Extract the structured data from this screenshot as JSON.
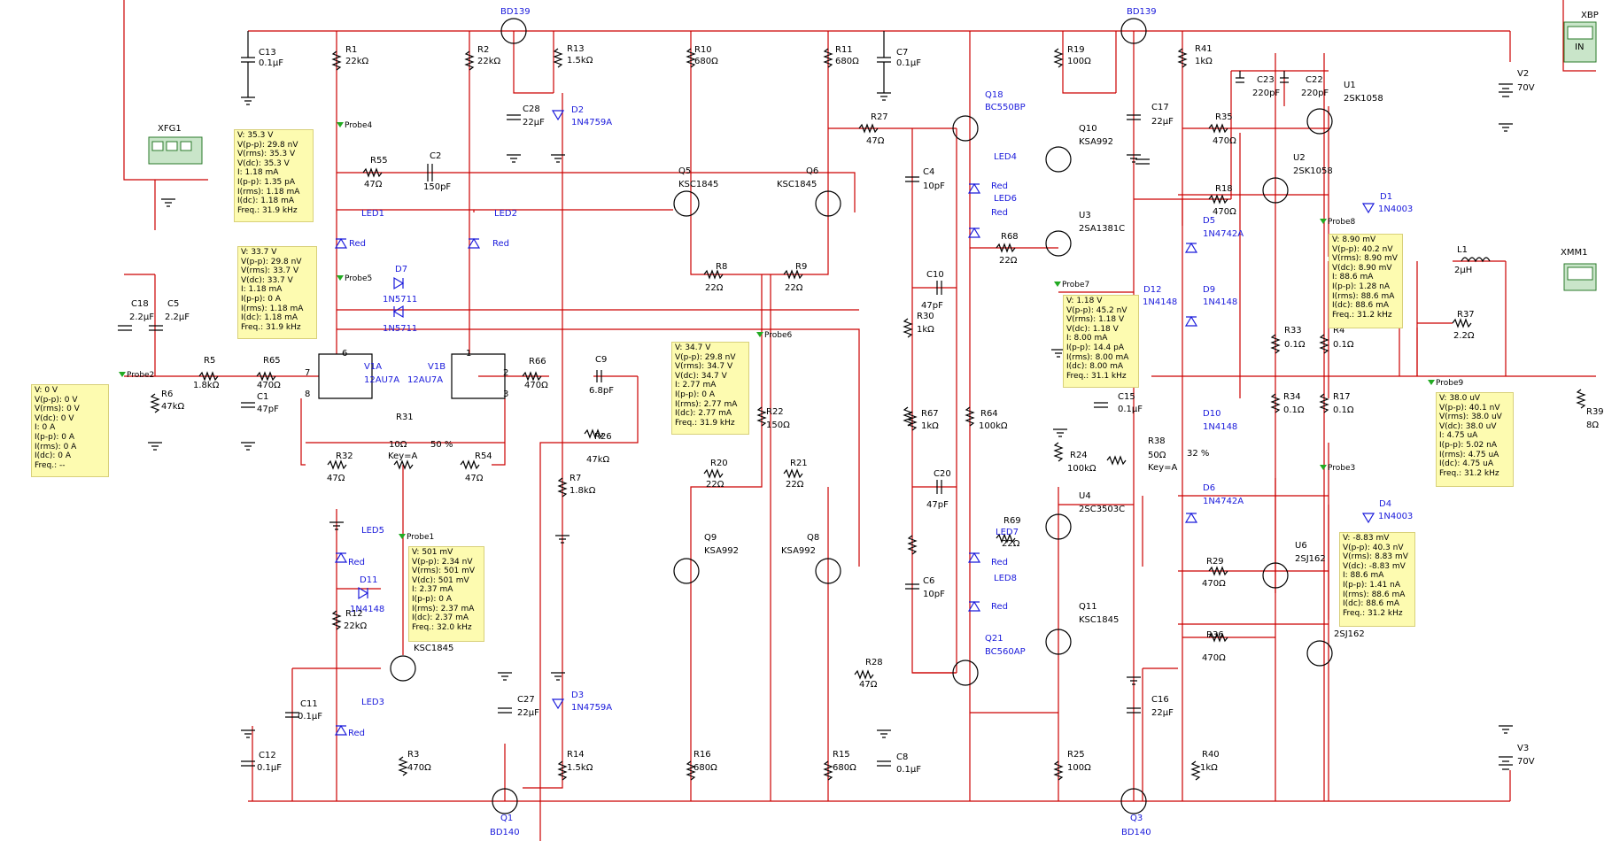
{
  "colors": {
    "wire": "#cc0000",
    "component": "#000000",
    "led": "#1a1adb",
    "probe_bg": "#fdfbb0",
    "probe_arrow": "#22aa22"
  },
  "components": {
    "C13": "C13",
    "C13v": "0.1µF",
    "R1": "R1",
    "R1v": "22kΩ",
    "R2": "R2",
    "R2v": "22kΩ",
    "Q4": "BD139",
    "R13": "R13",
    "R13v": "1.5kΩ",
    "C28": "C28",
    "C28v": "22µF",
    "D2": "D2",
    "D2v": "1N4759A",
    "R10": "R10",
    "R10v": "680Ω",
    "R11": "R11",
    "R11v": "680Ω",
    "C7": "C7",
    "C7v": "0.1µF",
    "R19": "R19",
    "R19v": "100Ω",
    "Q2top": "BD139",
    "R41": "R41",
    "R41v": "1kΩ",
    "C23": "C23",
    "C23v": "220pF",
    "C22": "C22",
    "C22v": "220pF",
    "U1": "U1",
    "U1v": "2SK1058",
    "V2": "V2",
    "V2v": "70V",
    "XFG1": "XFG1",
    "Q18": "Q18",
    "Q18v": "BC550BP",
    "Q10": "Q10",
    "Q10v": "KSA992",
    "R27": "R27",
    "R27v": "47Ω",
    "C17": "C17",
    "C17v": "22µF",
    "R35": "R35",
    "R35v": "470Ω",
    "R55": "R55",
    "R55v": "47Ω",
    "C2": "C2",
    "C2v": "150pF",
    "Q5": "Q5",
    "Q5v": "KSC1845",
    "Q6": "Q6",
    "Q6v": "KSC1845",
    "C4": "C4",
    "C4v": "10pF",
    "LED4": "LED4",
    "LED6": "LED6",
    "Red": "Red",
    "U2": "U2",
    "U2v": "2SK1058",
    "R18": "R18",
    "R18v": "470Ω",
    "LED1": "LED1",
    "LED2": "LED2",
    "U3": "U3",
    "U3v": "2SA1381C",
    "D1": "D1",
    "D1v": "1N4003",
    "D5": "D5",
    "D5v": "1N4742A",
    "R68": "R68",
    "R68v": "22Ω",
    "R8": "R8",
    "R8v": "22Ω",
    "R9": "R9",
    "R9v": "22Ω",
    "D7": "D7",
    "D7v": "1N5711",
    "D8v": "1N5711",
    "C18": "C18",
    "C18v": "2.2µF",
    "C5": "C5",
    "C5v": "2.2µF",
    "C10": "C10",
    "C10v": "47pF",
    "D12": "D12",
    "D12v": "1N4148",
    "D9": "D9",
    "D9v": "1N4148",
    "L1": "L1",
    "L1v": "2µH",
    "XMM1": "XMM1",
    "R37": "R37",
    "R37v": "2.2Ω",
    "R30": "R30",
    "R30v": "1kΩ",
    "R33": "R33",
    "R33v": "0.1Ω",
    "R4": "R4",
    "R4v": "0.1Ω",
    "R5": "R5",
    "R5v": "1.8kΩ",
    "R65": "R65",
    "R65v": "470Ω",
    "V1A": "V1A",
    "V1Av": "12AU7A",
    "V1B": "V1B",
    "V1Bv": "12AU7A",
    "R66": "R66",
    "R66v": "470Ω",
    "C9": "C9",
    "C9v": "6.8pF",
    "R6": "R6",
    "R6v": "47kΩ",
    "C1": "C1",
    "C1v": "47pF",
    "R22": "R22",
    "R22v": "150Ω",
    "C15": "C15",
    "C15v": "0.1µF",
    "R34": "R34",
    "R34v": "0.1Ω",
    "R17": "R17",
    "R17v": "0.1Ω",
    "R39": "R39",
    "R39v": "8Ω",
    "R31": "R31",
    "R31v": "10Ω",
    "R31key": "Key=A",
    "R31pct": "50 %",
    "R67": "R67",
    "R67v": "1kΩ",
    "R64": "R64",
    "R64v": "100kΩ",
    "D10": "D10",
    "D10v": "1N4148",
    "R26": "R26",
    "R26v": "47kΩ",
    "R32": "R32",
    "R32v": "47Ω",
    "R54": "R54",
    "R54v": "47Ω",
    "R38": "R38",
    "R38v": "50Ω",
    "R38key": "Key=A",
    "R38pct": "32 %",
    "R20": "R20",
    "R20v": "22Ω",
    "R21": "R21",
    "R21v": "22Ω",
    "R24": "R24",
    "R24v": "100kΩ",
    "R7": "R7",
    "R7v": "1.8kΩ",
    "C20": "C20",
    "C20v": "47pF",
    "U4": "U4",
    "U4v": "2SC3503C",
    "D6": "D6",
    "D6v": "1N4742A",
    "LED5": "LED5",
    "Q9": "Q9",
    "Q9v": "KSA992",
    "Q8": "Q8",
    "Q8v": "KSA992",
    "R69": "R69",
    "R69v": "22Ω",
    "LED7": "LED7",
    "U6": "U6",
    "U6v": "2SJ162",
    "D11": "D11",
    "D11v": "1N4148",
    "R12": "R12",
    "R12v": "22kΩ",
    "Q7v": "KSC1845",
    "C6": "C6",
    "C6v": "10pF",
    "LED8": "LED8",
    "R29": "R29",
    "R29v": "470Ω",
    "U5v": "2SJ162",
    "Q11": "Q11",
    "Q11v": "KSC1845",
    "Q21": "Q21",
    "Q21v": "BC560AP",
    "R36": "R36",
    "R36v": "470Ω",
    "R28": "R28",
    "R28v": "47Ω",
    "LED3": "LED3",
    "C11": "C11",
    "C11v": "0.1µF",
    "C27": "C27",
    "C27v": "22µF",
    "D3": "D3",
    "D3v": "1N4759A",
    "C16": "C16",
    "C16v": "22µF",
    "C12": "C12",
    "C12v": "0.1µF",
    "R3": "R3",
    "R3v": "470Ω",
    "R14": "R14",
    "R14v": "1.5kΩ",
    "R16": "R16",
    "R16v": "680Ω",
    "R15": "R15",
    "R15v": "680Ω",
    "C8": "C8",
    "C8v": "0.1µF",
    "R25": "R25",
    "R25v": "100Ω",
    "R40": "R40",
    "R40v": "1kΩ",
    "V3": "V3",
    "V3v": "70V",
    "Q1": "Q1",
    "Q1v": "BD140",
    "Q3": "Q3",
    "Q3v": "BD140",
    "D4": "D4",
    "D4v": "1N4003",
    "pin6": "6",
    "pin7": "7",
    "pin8": "8",
    "pin1": "1",
    "pin2": "2",
    "pin3": "3"
  },
  "probes": {
    "probe4": {
      "tag": "Probe4",
      "lines": [
        "V: 35.3 V",
        "V(p-p): 29.8 nV",
        "V(rms): 35.3 V",
        "V(dc): 35.3 V",
        "I: 1.18 mA",
        "I(p-p): 1.35 pA",
        "I(rms): 1.18 mA",
        "I(dc): 1.18 mA",
        "Freq.: 31.9 kHz"
      ]
    },
    "probe5": {
      "tag": "Probe5",
      "lines": [
        "V: 33.7 V",
        "V(p-p): 29.8 nV",
        "V(rms): 33.7 V",
        "V(dc): 33.7 V",
        "I: 1.18 mA",
        "I(p-p): 0 A",
        "I(rms): 1.18 mA",
        "I(dc): 1.18 mA",
        "Freq.: 31.9 kHz"
      ]
    },
    "probe2": {
      "tag": "Probe2",
      "lines": [
        "V: 0 V",
        "V(p-p): 0 V",
        "V(rms): 0 V",
        "V(dc): 0 V",
        "I: 0 A",
        "I(p-p): 0 A",
        "I(rms): 0 A",
        "I(dc): 0 A",
        "Freq.: --"
      ]
    },
    "probe6": {
      "tag": "Probe6",
      "lines": [
        "V: 34.7 V",
        "V(p-p): 29.8 nV",
        "V(rms): 34.7 V",
        "V(dc): 34.7 V",
        "I: 2.77 mA",
        "I(p-p): 0 A",
        "I(rms): 2.77 mA",
        "I(dc): 2.77 mA",
        "Freq.: 31.9 kHz"
      ]
    },
    "probe7": {
      "tag": "Probe7",
      "lines": [
        "V: 1.18 V",
        "V(p-p): 45.2 nV",
        "V(rms): 1.18 V",
        "V(dc): 1.18 V",
        "I: 8.00 mA",
        "I(p-p): 14.4 pA",
        "I(rms): 8.00 mA",
        "I(dc): 8.00 mA",
        "Freq.: 31.1 kHz"
      ]
    },
    "probe8": {
      "tag": "Probe8",
      "lines": [
        "V: 8.90 mV",
        "V(p-p): 40.2 nV",
        "V(rms): 8.90 mV",
        "V(dc): 8.90 mV",
        "I: 88.6 mA",
        "I(p-p): 1.28 nA",
        "I(rms): 88.6 mA",
        "I(dc): 88.6 mA",
        "Freq.: 31.2 kHz"
      ]
    },
    "probe9": {
      "tag": "Probe9",
      "lines": [
        "V: 38.0 uV",
        "V(p-p): 40.1 nV",
        "V(rms): 38.0 uV",
        "V(dc): 38.0 uV",
        "I: 4.75 uA",
        "I(p-p): 5.02 nA",
        "I(rms): 4.75 uA",
        "I(dc): 4.75 uA",
        "Freq.: 31.2 kHz"
      ]
    },
    "probe1": {
      "tag": "Probe1",
      "lines": [
        "V: 501 mV",
        "V(p-p): 2.34 nV",
        "V(rms): 501 mV",
        "V(dc): 501 mV",
        "I: 2.37 mA",
        "I(p-p): 0 A",
        "I(rms): 2.37 mA",
        "I(dc): 2.37 mA",
        "Freq.: 32.0 kHz"
      ]
    },
    "probe3": {
      "tag": "Probe3",
      "lines": [
        "V: -8.83 mV",
        "V(p-p): 40.3 nV",
        "V(rms): 8.83 mV",
        "V(dc): -8.83 mV",
        "I: 88.6 mA",
        "I(p-p): 1.41 nA",
        "I(rms): 88.6 mA",
        "I(dc): 88.6 mA",
        "Freq.: 31.2 kHz"
      ]
    }
  },
  "instrument": {
    "xbp_in": "IN",
    "xbp_tag": "XBP"
  }
}
